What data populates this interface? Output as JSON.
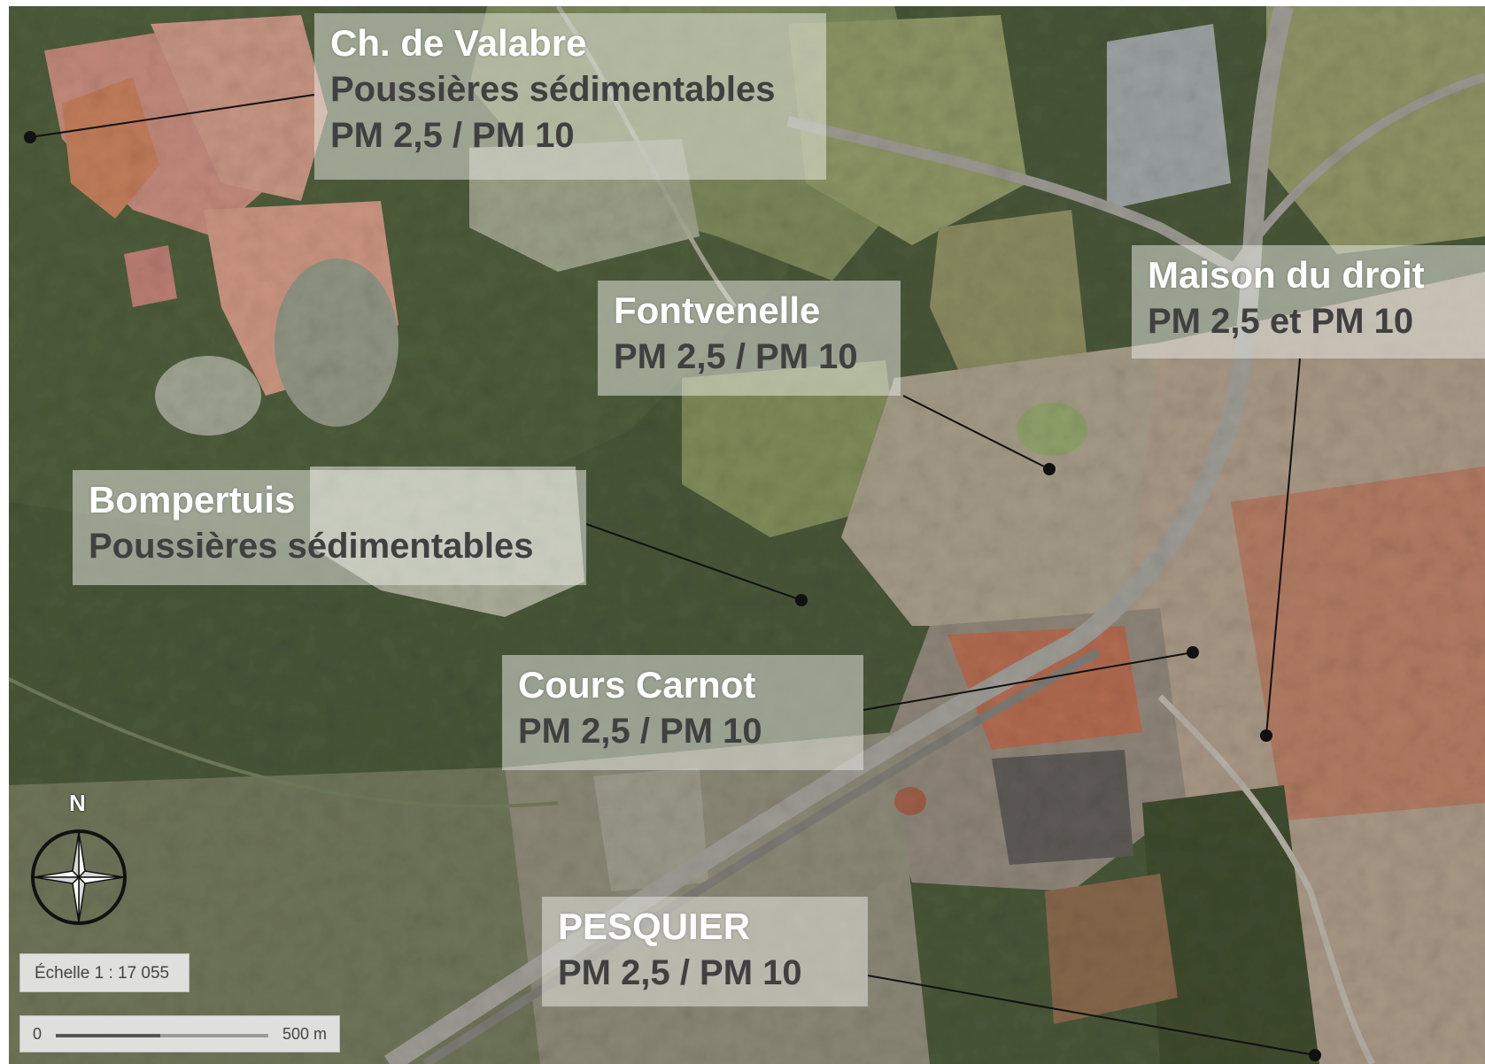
{
  "labels": [
    {
      "id": "valabre",
      "title": "Ch. de Valabre",
      "lines": [
        "Poussières sédimentables",
        "PM 2,5 / PM 10"
      ]
    },
    {
      "id": "fontvenelle",
      "title": "Fontvenelle",
      "lines": [
        "PM 2,5 / PM 10"
      ]
    },
    {
      "id": "maison",
      "title": "Maison du droit",
      "lines": [
        "PM 2,5 et PM 10"
      ]
    },
    {
      "id": "bompertuis",
      "title": "Bompertuis",
      "lines": [
        "Poussières sédimentables"
      ]
    },
    {
      "id": "carnot",
      "title": "Cours Carnot",
      "lines": [
        "PM 2,5 / PM 10"
      ]
    },
    {
      "id": "pesquier",
      "title": "PESQUIER",
      "lines": [
        "PM 2,5 / PM 10"
      ]
    }
  ],
  "compass": {
    "letter": "N"
  },
  "scale": {
    "ratio_text": "Échelle 1 : 17 055",
    "min_label": "0",
    "max_label": "500 m"
  },
  "colors": {
    "forest": "#3e4a2f",
    "field": "#7d8b5c",
    "quarry": "#c98e7a",
    "urban": "#a99c88",
    "roofs": "#b36a4e",
    "road": "#9a9890",
    "leader": "#111111"
  }
}
